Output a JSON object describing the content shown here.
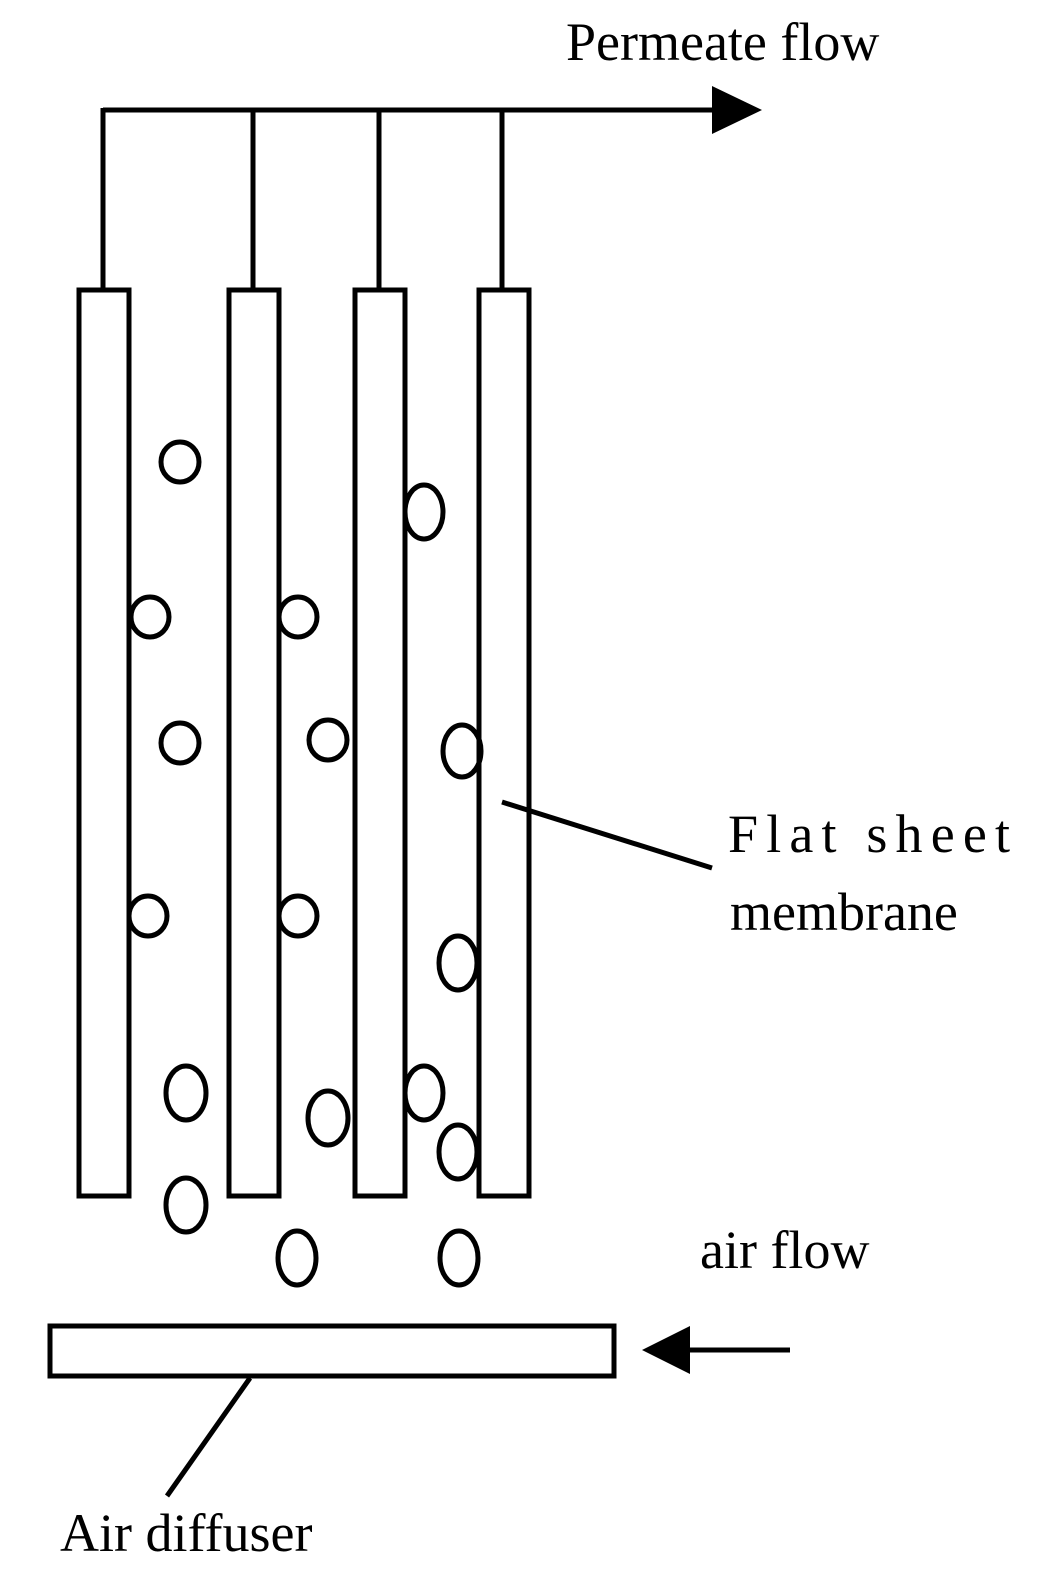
{
  "labels": {
    "permeate_flow": "Permeate flow",
    "membrane_line1": "Flat sheet",
    "membrane_line2": "membrane",
    "air_flow": "air flow",
    "air_diffuser": "Air diffuser"
  },
  "colors": {
    "stroke": "#000000",
    "background": "#ffffff"
  }
}
